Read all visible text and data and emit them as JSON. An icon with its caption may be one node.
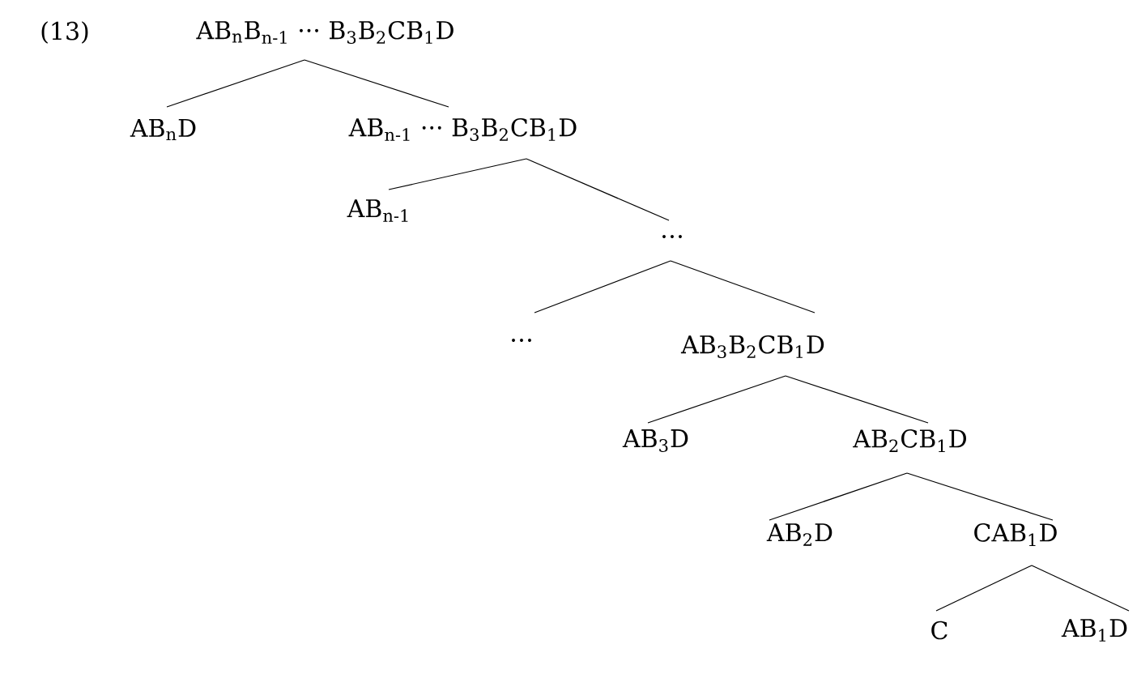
{
  "diagram": {
    "nodes": [
      {
        "text": [
          "AB$_{n}$B$_{n-1}$ ··· B$_{3}$B$_{2}$CB$_{1}$D"
        ]
      },
      {
        "text": [
          "AB$_{n}$D"
        ]
      },
      {
        "text": [
          "AB$_{n-1}$ ··· B$_{3}$B$_{2}$CB$_{1}$D"
        ]
      },
      {
        "text": [
          "AB$_{n-1}$"
        ]
      },
      {
        "text": [
          "…"
        ]
      },
      {
        "text": [
          "…"
        ]
      },
      {
        "text": [
          "AB$_{3}$B$_{2}$CB$_{1}$D"
        ]
      },
      {
        "text": [
          "AB$_{3}$D"
        ]
      },
      {
        "text": [
          "AB$_{2}$CB$_{1}$D"
        ]
      },
      {
        "text": [
          "AB$_{2}$D"
        ]
      },
      {
        "text": [
          "CAB$_{1}$D"
        ]
      },
      {
        "text": [
          "C"
        ]
      },
      {
        "text": [
          "AB$_{1}$D"
        ]
      }
    ],
    "edges": [
      {
        "from": 0,
        "to": 1,
        "arrow": "none"
      },
      {
        "from": 0,
        "to": 2,
        "arrow": "none"
      },
      {
        "from": 2,
        "to": 3,
        "arrow": "none"
      },
      {
        "from": 2,
        "to": 4,
        "arrow": "none"
      },
      {
        "from": 4,
        "to": 5,
        "arrow": "none"
      },
      {
        "from": 4,
        "to": 6,
        "arrow": "none"
      },
      {
        "from": 6,
        "to": 7,
        "arrow": "none"
      },
      {
        "from": 6,
        "to": 8,
        "arrow": "none"
      },
      {
        "from": 8,
        "to": 9,
        "arrow": "none"
      },
      {
        "from": 8,
        "to": 10,
        "arrow": "none"
      },
      {
        "from": 10,
        "to": 11,
        "arrow": "none"
      },
      {
        "from": 10,
        "to": 12,
        "arrow": "none"
      }
    ],
    "labels": [
      "(13)"
    ]
  }
}
